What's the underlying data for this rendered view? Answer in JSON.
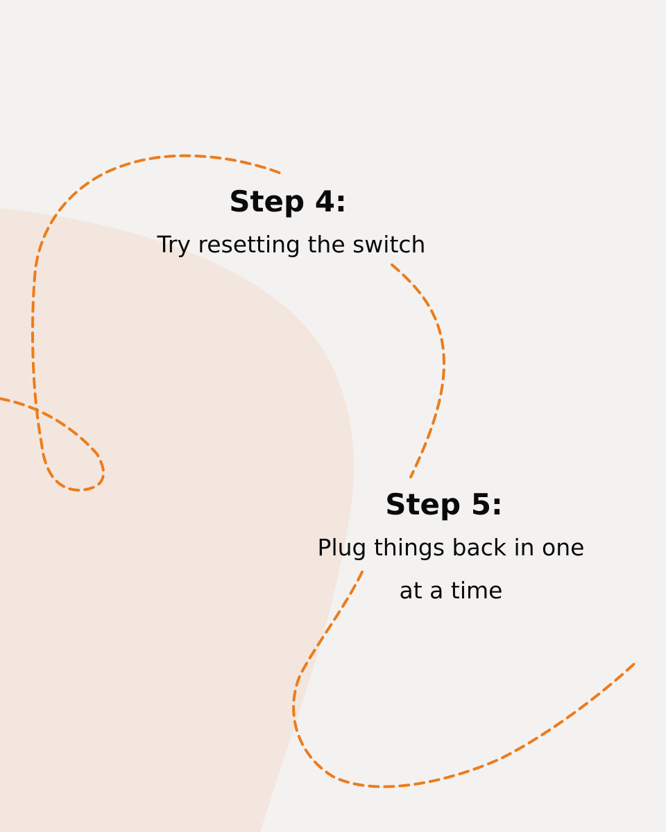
{
  "colors": {
    "background": "#f3f2f1",
    "blob": "#f3e6de",
    "dashed_path": "#ec7c1c",
    "text": "#0a0a0a"
  },
  "steps": [
    {
      "title": "Step 4:",
      "lines": [
        "Try resetting the switch"
      ]
    },
    {
      "title": "Step 5:",
      "lines": [
        "Plug things back in one",
        "at a time"
      ]
    }
  ]
}
